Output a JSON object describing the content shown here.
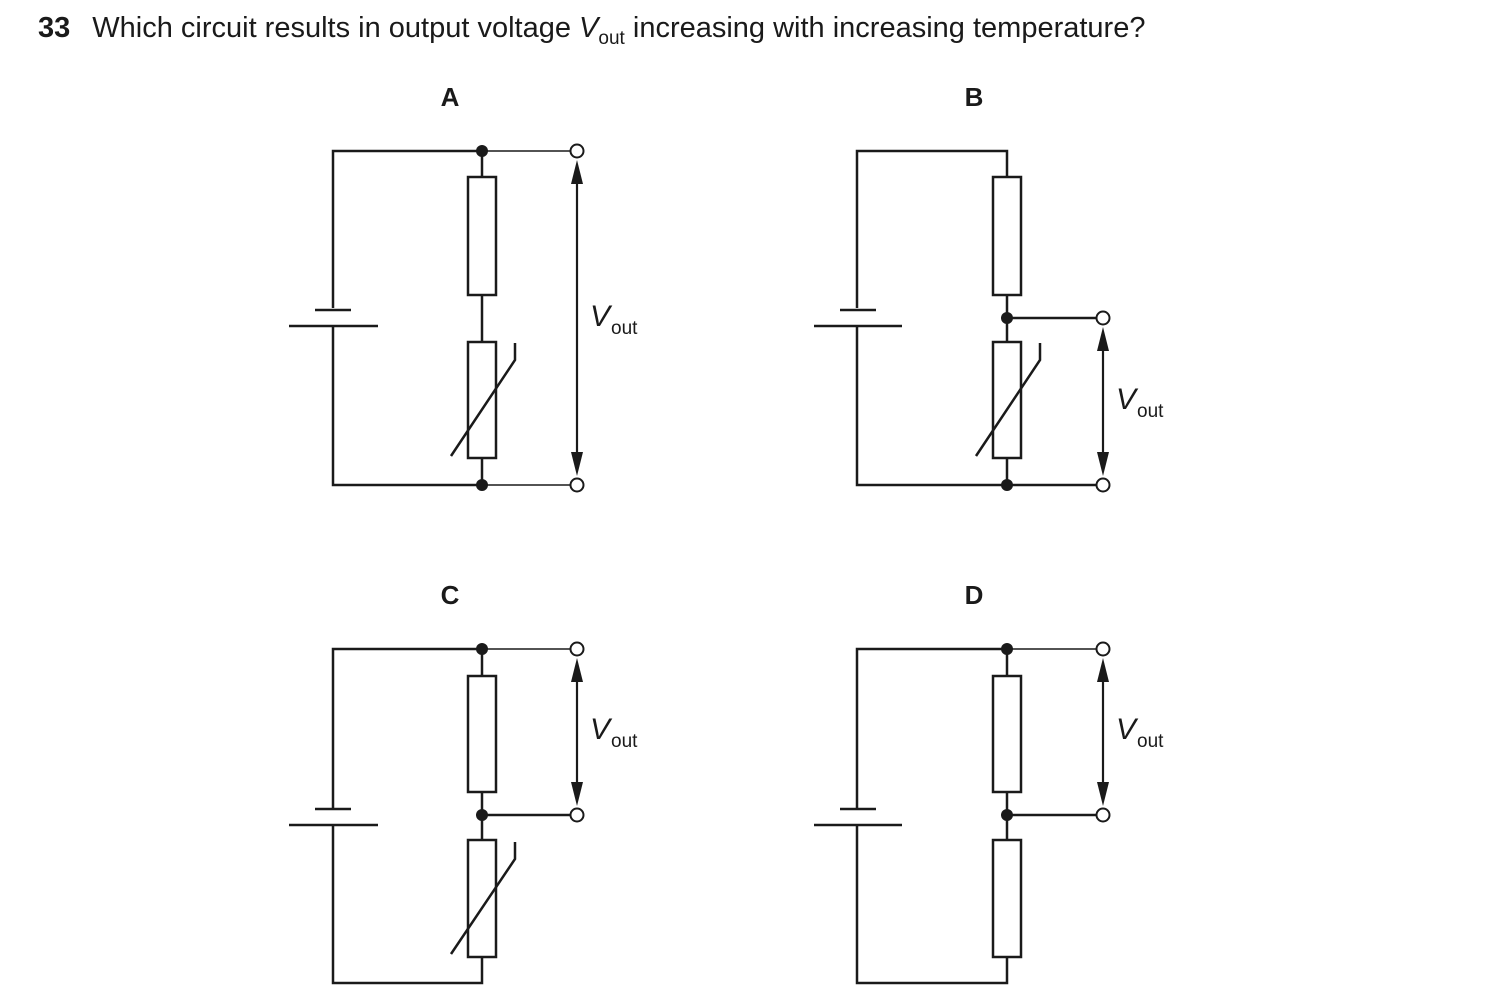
{
  "question": {
    "number": "33",
    "text_before": "Which circuit results in output voltage ",
    "v_symbol": "V",
    "v_subscript": "out",
    "text_after": " increasing with increasing temperature?"
  },
  "circuits": [
    {
      "label": "A",
      "top_component": "resistor",
      "bottom_component": "thermistor",
      "output_across": "both components",
      "v_symbol": "V",
      "v_subscript": "out"
    },
    {
      "label": "B",
      "top_component": "resistor",
      "bottom_component": "thermistor",
      "output_across": "bottom component",
      "v_symbol": "V",
      "v_subscript": "out"
    },
    {
      "label": "C",
      "top_component": "resistor",
      "bottom_component": "thermistor",
      "output_across": "top component",
      "v_symbol": "V",
      "v_subscript": "out"
    },
    {
      "label": "D",
      "top_component": "resistor",
      "bottom_component": "resistor",
      "output_across": "top component",
      "v_symbol": "V",
      "v_subscript": "out"
    }
  ]
}
